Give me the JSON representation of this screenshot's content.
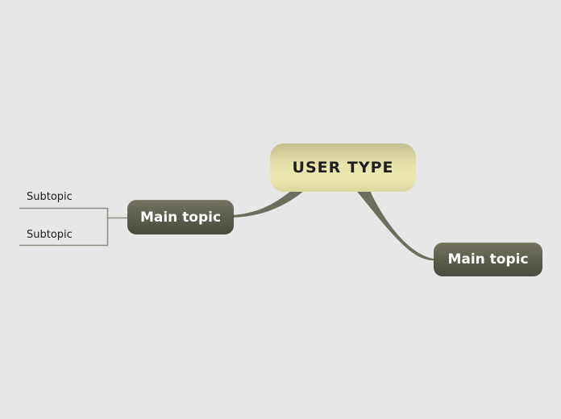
{
  "canvas": {
    "background": "#e7e7e7"
  },
  "colors": {
    "central_gradient_top": "#c3bf90",
    "central_gradient_mid": "#eceab0",
    "central_gradient_bottom": "#dad6a0",
    "main_gradient_top": "#73735f",
    "main_gradient_bottom": "#4a4a40",
    "central_text": "#1f1f1f",
    "main_text": "#ffffff",
    "subtopic_text": "#1a1a1a",
    "connector": "#6e6e5e",
    "subtopic_line": "#8d8d82"
  },
  "nodes": {
    "central": {
      "label": "USER TYPE"
    },
    "main_left": {
      "label": "Main topic"
    },
    "main_right": {
      "label": "Main topic"
    }
  },
  "subtopics": [
    {
      "label": "Subtopic"
    },
    {
      "label": "Subtopic"
    }
  ]
}
